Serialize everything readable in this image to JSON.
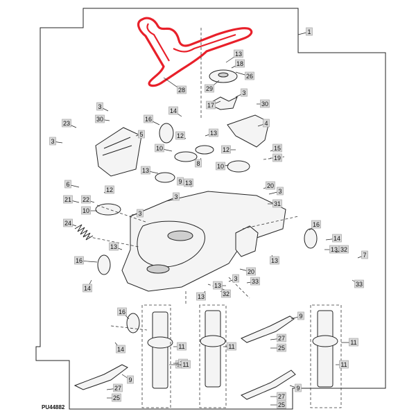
{
  "figure_id": "PU44882",
  "callouts": [
    "1",
    "3",
    "4",
    "5",
    "6",
    "7",
    "8",
    "9",
    "10",
    "11",
    "12",
    "13",
    "14",
    "15",
    "16",
    "17",
    "18",
    "19",
    "20",
    "21",
    "22",
    "23",
    "24",
    "25",
    "26",
    "27",
    "28",
    "29",
    "30",
    "31",
    "32",
    "33"
  ],
  "colors": {
    "belt": "#e8202a",
    "callout_fill": "#d9d9d9",
    "line": "#222222"
  }
}
